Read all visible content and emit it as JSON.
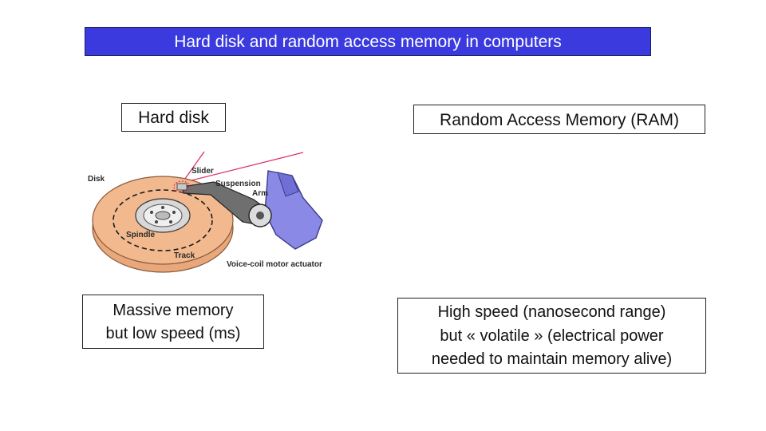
{
  "title": "Hard disk and random access memory in computers",
  "hard_disk": {
    "label": "Hard disk",
    "description_lines": [
      "Massive memory",
      "but low speed (ms)"
    ],
    "diagram_labels": {
      "disk": "Disk",
      "slider": "Slider",
      "suspension": "Suspension",
      "arm": "Arm",
      "spindle": "Spindle",
      "track": "Track",
      "actuator": "Voice-coil motor actuator"
    }
  },
  "ram": {
    "label": "Random Access Memory (RAM)",
    "description_lines": [
      "High speed (nanosecond range)",
      "but « volatile » (electrical power",
      "needed to maintain memory alive)"
    ]
  },
  "colors": {
    "title_bg": "#3a3adf",
    "platter": "#f2b98f",
    "actuator": "#8a8ae6",
    "leader_lines": "#e0306a"
  }
}
